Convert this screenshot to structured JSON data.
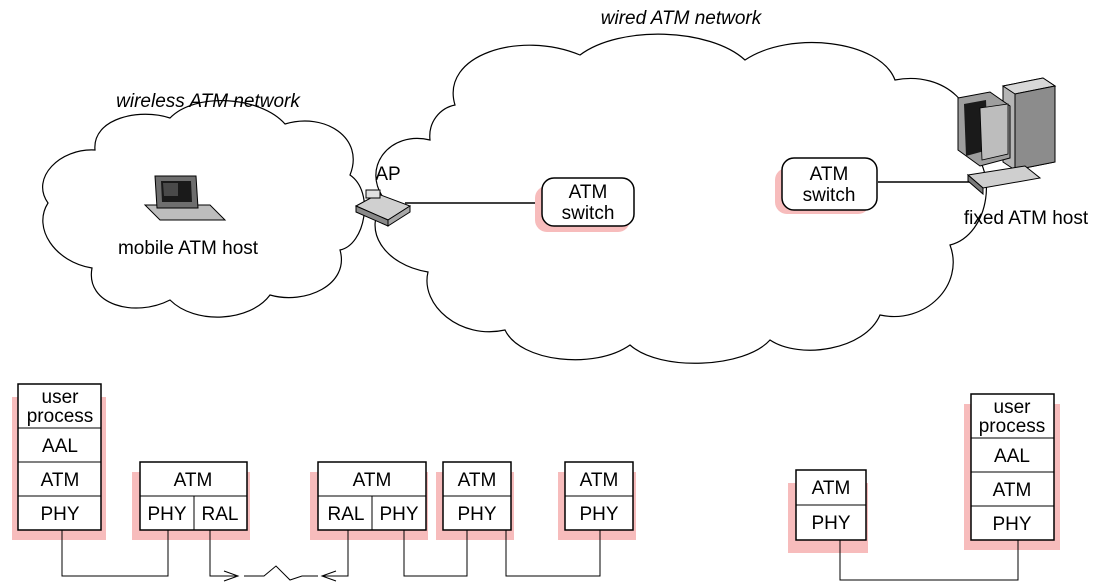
{
  "labels": {
    "wired_network": "wired ATM network",
    "wireless_network": "wireless ATM network",
    "ap": "AP",
    "mobile_host": "mobile ATM host",
    "fixed_host": "fixed ATM host",
    "switch1_line1": "ATM",
    "switch1_line2": "switch",
    "switch2_line1": "ATM",
    "switch2_line2": "switch"
  },
  "stacks": {
    "mobile_host": {
      "user1": "user",
      "user2": "process",
      "aal": "AAL",
      "atm": "ATM",
      "phy": "PHY"
    },
    "mobile_side_bridge": {
      "atm": "ATM",
      "phy": "PHY",
      "ral": "RAL"
    },
    "ap_bridge": {
      "atm": "ATM",
      "ral": "RAL",
      "phy": "PHY"
    },
    "switch1": {
      "atm": "ATM",
      "phy": "PHY"
    },
    "switch2": {
      "atm": "ATM",
      "phy": "PHY"
    },
    "switch3": {
      "atm": "ATM",
      "phy": "PHY"
    },
    "fixed_host": {
      "user1": "user",
      "user2": "process",
      "aal": "AAL",
      "atm": "ATM",
      "phy": "PHY"
    }
  },
  "colors": {
    "shadow": "#f7bcbc",
    "line": "#000000",
    "background": "#ffffff"
  },
  "icons": [
    "laptop-icon",
    "access-point-icon",
    "desktop-computer-icon"
  ]
}
